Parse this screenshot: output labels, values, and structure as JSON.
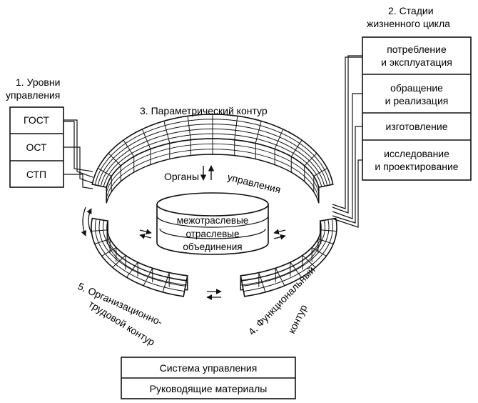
{
  "levels": {
    "title_line1": "1. Уровни",
    "title_line2": "управления",
    "items": [
      "ГОСТ",
      "ОСТ",
      "СТП"
    ]
  },
  "stages": {
    "title_line1": "2. Стадии",
    "title_line2": "жизненного цикла",
    "items": [
      {
        "line1": "потребление",
        "line2": "и эксплуатация"
      },
      {
        "line1": "обращение",
        "line2": "и реализация"
      },
      {
        "line1": "изготовление",
        "line2": ""
      },
      {
        "line1": "исследование",
        "line2": "и проектирование"
      }
    ]
  },
  "parametric": {
    "title": "3. Параметрический контур",
    "organs": "Органы",
    "management": "управления"
  },
  "core": {
    "layers": [
      "межотраслевые",
      "отраслевые",
      "объединения"
    ]
  },
  "functional": {
    "line1": "4. Функциональный",
    "line2": "контур"
  },
  "organizational": {
    "line1": "5. Организационно-",
    "line2": "трудовой контур",
    "prefix": "5.",
    "word1": "Организационно-",
    "word2": "трудовой контур"
  },
  "bottom": {
    "row1": "Система управления",
    "row2": "Руководящие материалы"
  }
}
